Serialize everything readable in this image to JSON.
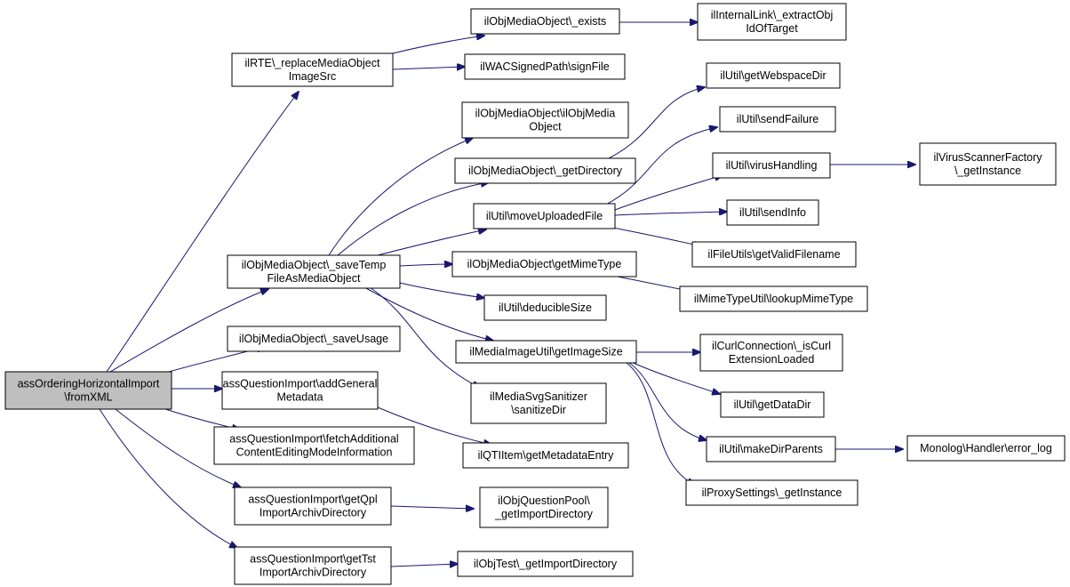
{
  "graph": {
    "edge_color": "#191970",
    "root_fill": "#bfbfbf",
    "nodes": [
      {
        "id": "root",
        "lines": [
          "assOrderingHorizontalImport",
          "\\fromXML"
        ]
      },
      {
        "id": "rte",
        "lines": [
          "ilRTE\\_replaceMediaObject",
          "ImageSrc"
        ]
      },
      {
        "id": "saveTemp",
        "lines": [
          "ilObjMediaObject\\_saveTemp",
          "FileAsMediaObject"
        ]
      },
      {
        "id": "saveUsage",
        "lines": [
          "ilObjMediaObject\\_saveUsage"
        ]
      },
      {
        "id": "addGeneral",
        "lines": [
          "assQuestionImport\\addGeneral",
          "Metadata"
        ]
      },
      {
        "id": "fetchAdditional",
        "lines": [
          "assQuestionImport\\fetchAdditional",
          "ContentEditingModeInformation"
        ]
      },
      {
        "id": "getQpl",
        "lines": [
          "assQuestionImport\\getQpl",
          "ImportArchivDirectory"
        ]
      },
      {
        "id": "getTst",
        "lines": [
          "assQuestionImport\\getTst",
          "ImportArchivDirectory"
        ]
      },
      {
        "id": "exists",
        "lines": [
          "ilObjMediaObject\\_exists"
        ]
      },
      {
        "id": "signFile",
        "lines": [
          "ilWACSignedPath\\signFile"
        ]
      },
      {
        "id": "ctor",
        "lines": [
          "ilObjMediaObject\\ilObjMedia",
          "Object"
        ]
      },
      {
        "id": "getDirectory",
        "lines": [
          "ilObjMediaObject\\_getDirectory"
        ]
      },
      {
        "id": "moveUploaded",
        "lines": [
          "ilUtil\\moveUploadedFile"
        ]
      },
      {
        "id": "getMimeType",
        "lines": [
          "ilObjMediaObject\\getMimeType"
        ]
      },
      {
        "id": "deducible",
        "lines": [
          "ilUtil\\deducibleSize"
        ]
      },
      {
        "id": "imageSize",
        "lines": [
          "ilMediaImageUtil\\getImageSize"
        ]
      },
      {
        "id": "svgSanitizer",
        "lines": [
          "ilMediaSvgSanitizer",
          "\\sanitizeDir"
        ]
      },
      {
        "id": "metadataEntry",
        "lines": [
          "ilQTIItem\\getMetadataEntry"
        ]
      },
      {
        "id": "qplImportDir",
        "lines": [
          "ilObjQuestionPool\\",
          "_getImportDirectory"
        ]
      },
      {
        "id": "tstImportDir",
        "lines": [
          "ilObjTest\\_getImportDirectory"
        ]
      },
      {
        "id": "extractObj",
        "lines": [
          "ilInternalLink\\_extractObj",
          "IdOfTarget"
        ]
      },
      {
        "id": "webspace",
        "lines": [
          "ilUtil\\getWebspaceDir"
        ]
      },
      {
        "id": "sendFailure",
        "lines": [
          "ilUtil\\sendFailure"
        ]
      },
      {
        "id": "virusHandling",
        "lines": [
          "ilUtil\\virusHandling"
        ]
      },
      {
        "id": "sendInfo",
        "lines": [
          "ilUtil\\sendInfo"
        ]
      },
      {
        "id": "validFilename",
        "lines": [
          "ilFileUtils\\getValidFilename"
        ]
      },
      {
        "id": "lookupMime",
        "lines": [
          "ilMimeTypeUtil\\lookupMimeType"
        ]
      },
      {
        "id": "curl",
        "lines": [
          "ilCurlConnection\\_isCurl",
          "ExtensionLoaded"
        ]
      },
      {
        "id": "dataDir",
        "lines": [
          "ilUtil\\getDataDir"
        ]
      },
      {
        "id": "makeDirParents",
        "lines": [
          "ilUtil\\makeDirParents"
        ]
      },
      {
        "id": "proxy",
        "lines": [
          "ilProxySettings\\_getInstance"
        ]
      },
      {
        "id": "virusScanner",
        "lines": [
          "ilVirusScannerFactory",
          "\\_getInstance"
        ]
      },
      {
        "id": "errorLog",
        "lines": [
          "Monolog\\Handler\\error_log"
        ]
      }
    ]
  }
}
